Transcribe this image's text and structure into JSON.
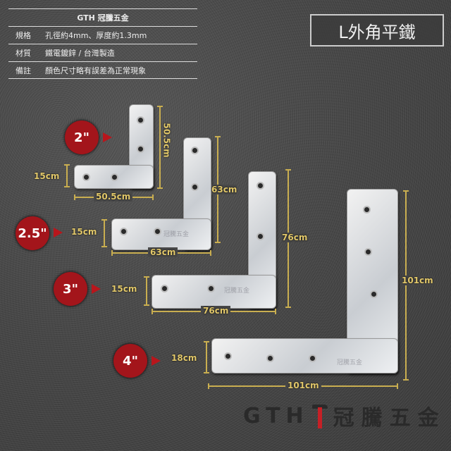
{
  "spec_table": {
    "header": "GTH  冠騰五金",
    "rows": [
      {
        "key": "規格",
        "value": "孔徑約4mm、厚度約1.3mm"
      },
      {
        "key": "材質",
        "value": "鐵電鍍鋅  / 台灣製造"
      },
      {
        "key": "備註",
        "value": "顏色尺寸略有誤差為正常現象"
      }
    ]
  },
  "title": "L外角平鐵",
  "watermark": "冠騰五金",
  "products": [
    {
      "size": "2\"",
      "width": "15cm",
      "length_v": "50.5cm",
      "length_h": "50.5cm"
    },
    {
      "size": "2.5\"",
      "width": "15cm",
      "length_v": "63cm",
      "length_h": "63cm"
    },
    {
      "size": "3\"",
      "width": "15cm",
      "length_v": "76cm",
      "length_h": "76cm"
    },
    {
      "size": "4\"",
      "width": "18cm",
      "length_v": "101cm",
      "length_h": "101cm"
    }
  ],
  "logo": {
    "latin": "GTH",
    "chinese": "冠騰五金",
    "hammer_color": "#c62026"
  },
  "colors": {
    "badge": "#a3151b",
    "dimension": "#e2c86a"
  }
}
